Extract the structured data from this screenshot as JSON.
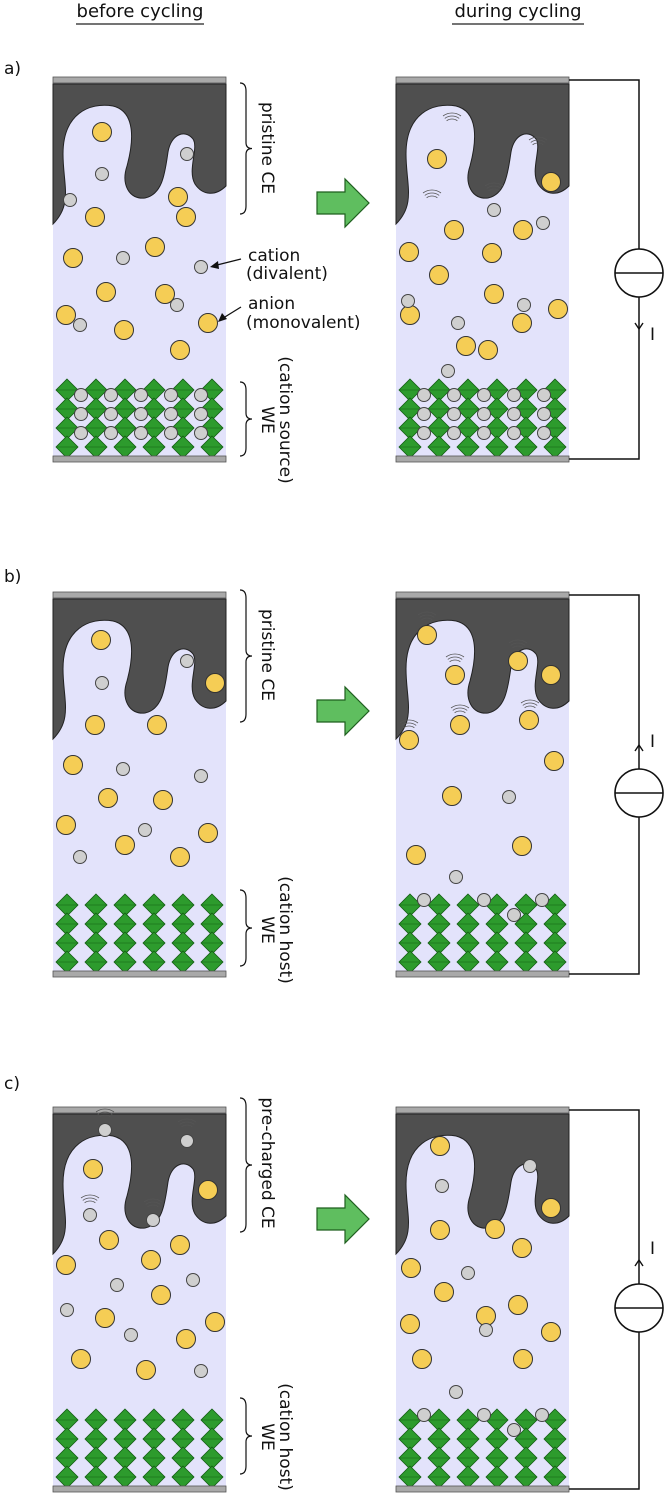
{
  "headers": {
    "left": "before cycling",
    "right": "during cycling"
  },
  "colors": {
    "electrolyte": "#e3e3fb",
    "counter_electrode": "#4f4f4f",
    "current_collector": "#a9a9a9",
    "anion": "#f5cd55",
    "cation": "#cfcfcf",
    "host_lattice": "#2d9b2d",
    "arrow": "#5fbe5f"
  },
  "rows": [
    {
      "label": "a)",
      "ce_label": "pristine CE",
      "we_label_1": "WE",
      "we_label_2": "(cation source)",
      "cation_label_1": "cation",
      "cation_label_2": "(divalent)",
      "anion_label_1": "anion",
      "anion_label_2": "(monovalent)",
      "current_label": "I",
      "current_direction": "down"
    },
    {
      "label": "b)",
      "ce_label": "pristine CE",
      "we_label_1": "WE",
      "we_label_2": "(cation host)",
      "current_label": "I",
      "current_direction": "up"
    },
    {
      "label": "c)",
      "ce_label": "pre-charged CE",
      "we_label_1": "WE",
      "we_label_2": "(cation host)",
      "current_label": "I",
      "current_direction": "up"
    }
  ]
}
